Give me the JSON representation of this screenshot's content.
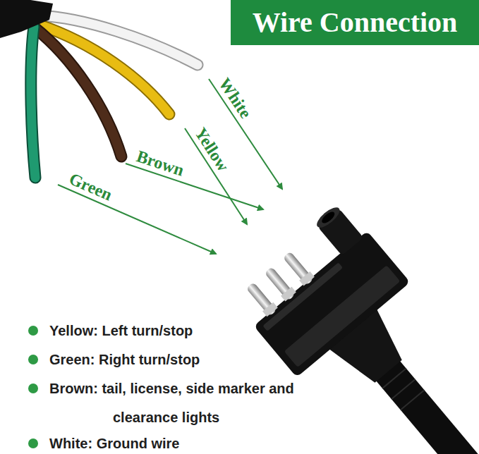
{
  "diagram": {
    "title": "Wire Connection",
    "labels": [
      "White",
      "Yellow",
      "Brown",
      "Green",
      "Yellow: Left turn/stop",
      "Green: Right turn/stop",
      "Brown: tail, license, side marker and clearance lights",
      "White: Ground wire"
    ]
  }
}
